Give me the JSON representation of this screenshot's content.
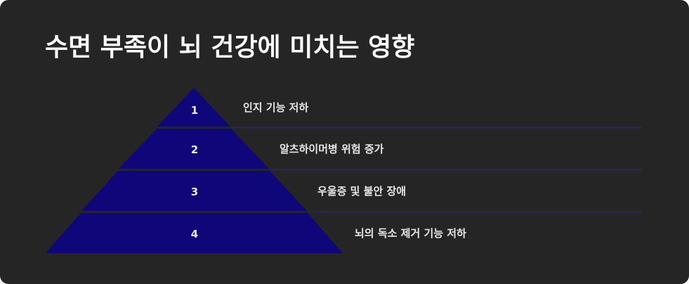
{
  "title": "수면 부족이 뇌 건강에 미치는 영향",
  "pyramid": {
    "levels": [
      {
        "number": "1",
        "text": "인지 기능 저하"
      },
      {
        "number": "2",
        "text": "알츠하이머병 위험 증가"
      },
      {
        "number": "3",
        "text": "우울증 및 불안 장애"
      },
      {
        "number": "4",
        "text": "뇌의 독소 제거 기능 저하"
      }
    ]
  },
  "colors": {
    "background": "#262526",
    "pyramid_fill": "#0f0679",
    "separator": "#2a2560",
    "number_text": "#e8e8f0",
    "label_text": "#e6e6e6",
    "title_text": "#ffffff"
  }
}
